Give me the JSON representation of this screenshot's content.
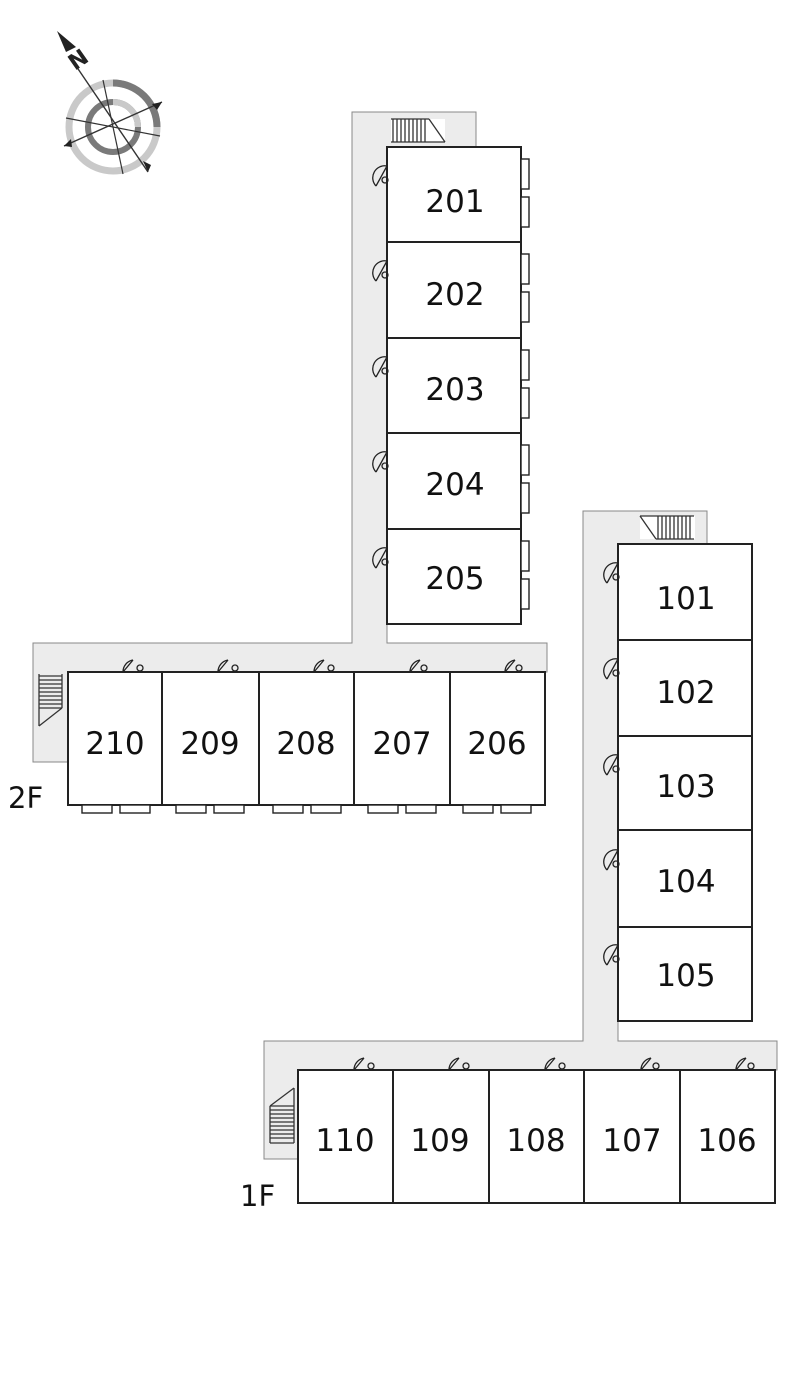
{
  "compass": {
    "label": "N",
    "icon": "compass-rose-icon"
  },
  "floors": [
    {
      "id": "2F",
      "label": "2F",
      "vertical_wing": [
        "201",
        "202",
        "203",
        "204",
        "205"
      ],
      "horizontal_wing": [
        "210",
        "209",
        "208",
        "207",
        "206"
      ]
    },
    {
      "id": "1F",
      "label": "1F",
      "vertical_wing": [
        "101",
        "102",
        "103",
        "104",
        "105"
      ],
      "horizontal_wing": [
        "110",
        "109",
        "108",
        "107",
        "106"
      ]
    }
  ],
  "colors": {
    "corridor": "#ececec",
    "outline": "#222222",
    "corridor_edge": "#888888"
  }
}
